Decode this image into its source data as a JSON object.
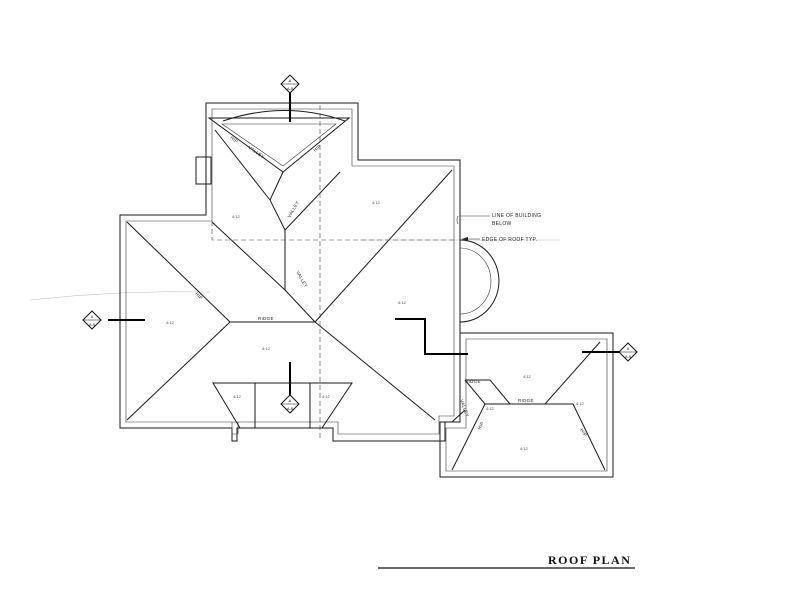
{
  "drawing": {
    "title": "ROOF PLAN",
    "notes": {
      "building_line": [
        "LINE OF BUILDING",
        "BELOW"
      ],
      "roof_edge": "EDGE OF ROOF TYP."
    },
    "labels": {
      "ridge": "RIDGE",
      "valley": "VALLEY",
      "hip": "HIP"
    },
    "slopes": {
      "main": "4:12",
      "roof": "4:12"
    },
    "section_marker": {
      "number": "A",
      "sheet": "A-5"
    }
  }
}
